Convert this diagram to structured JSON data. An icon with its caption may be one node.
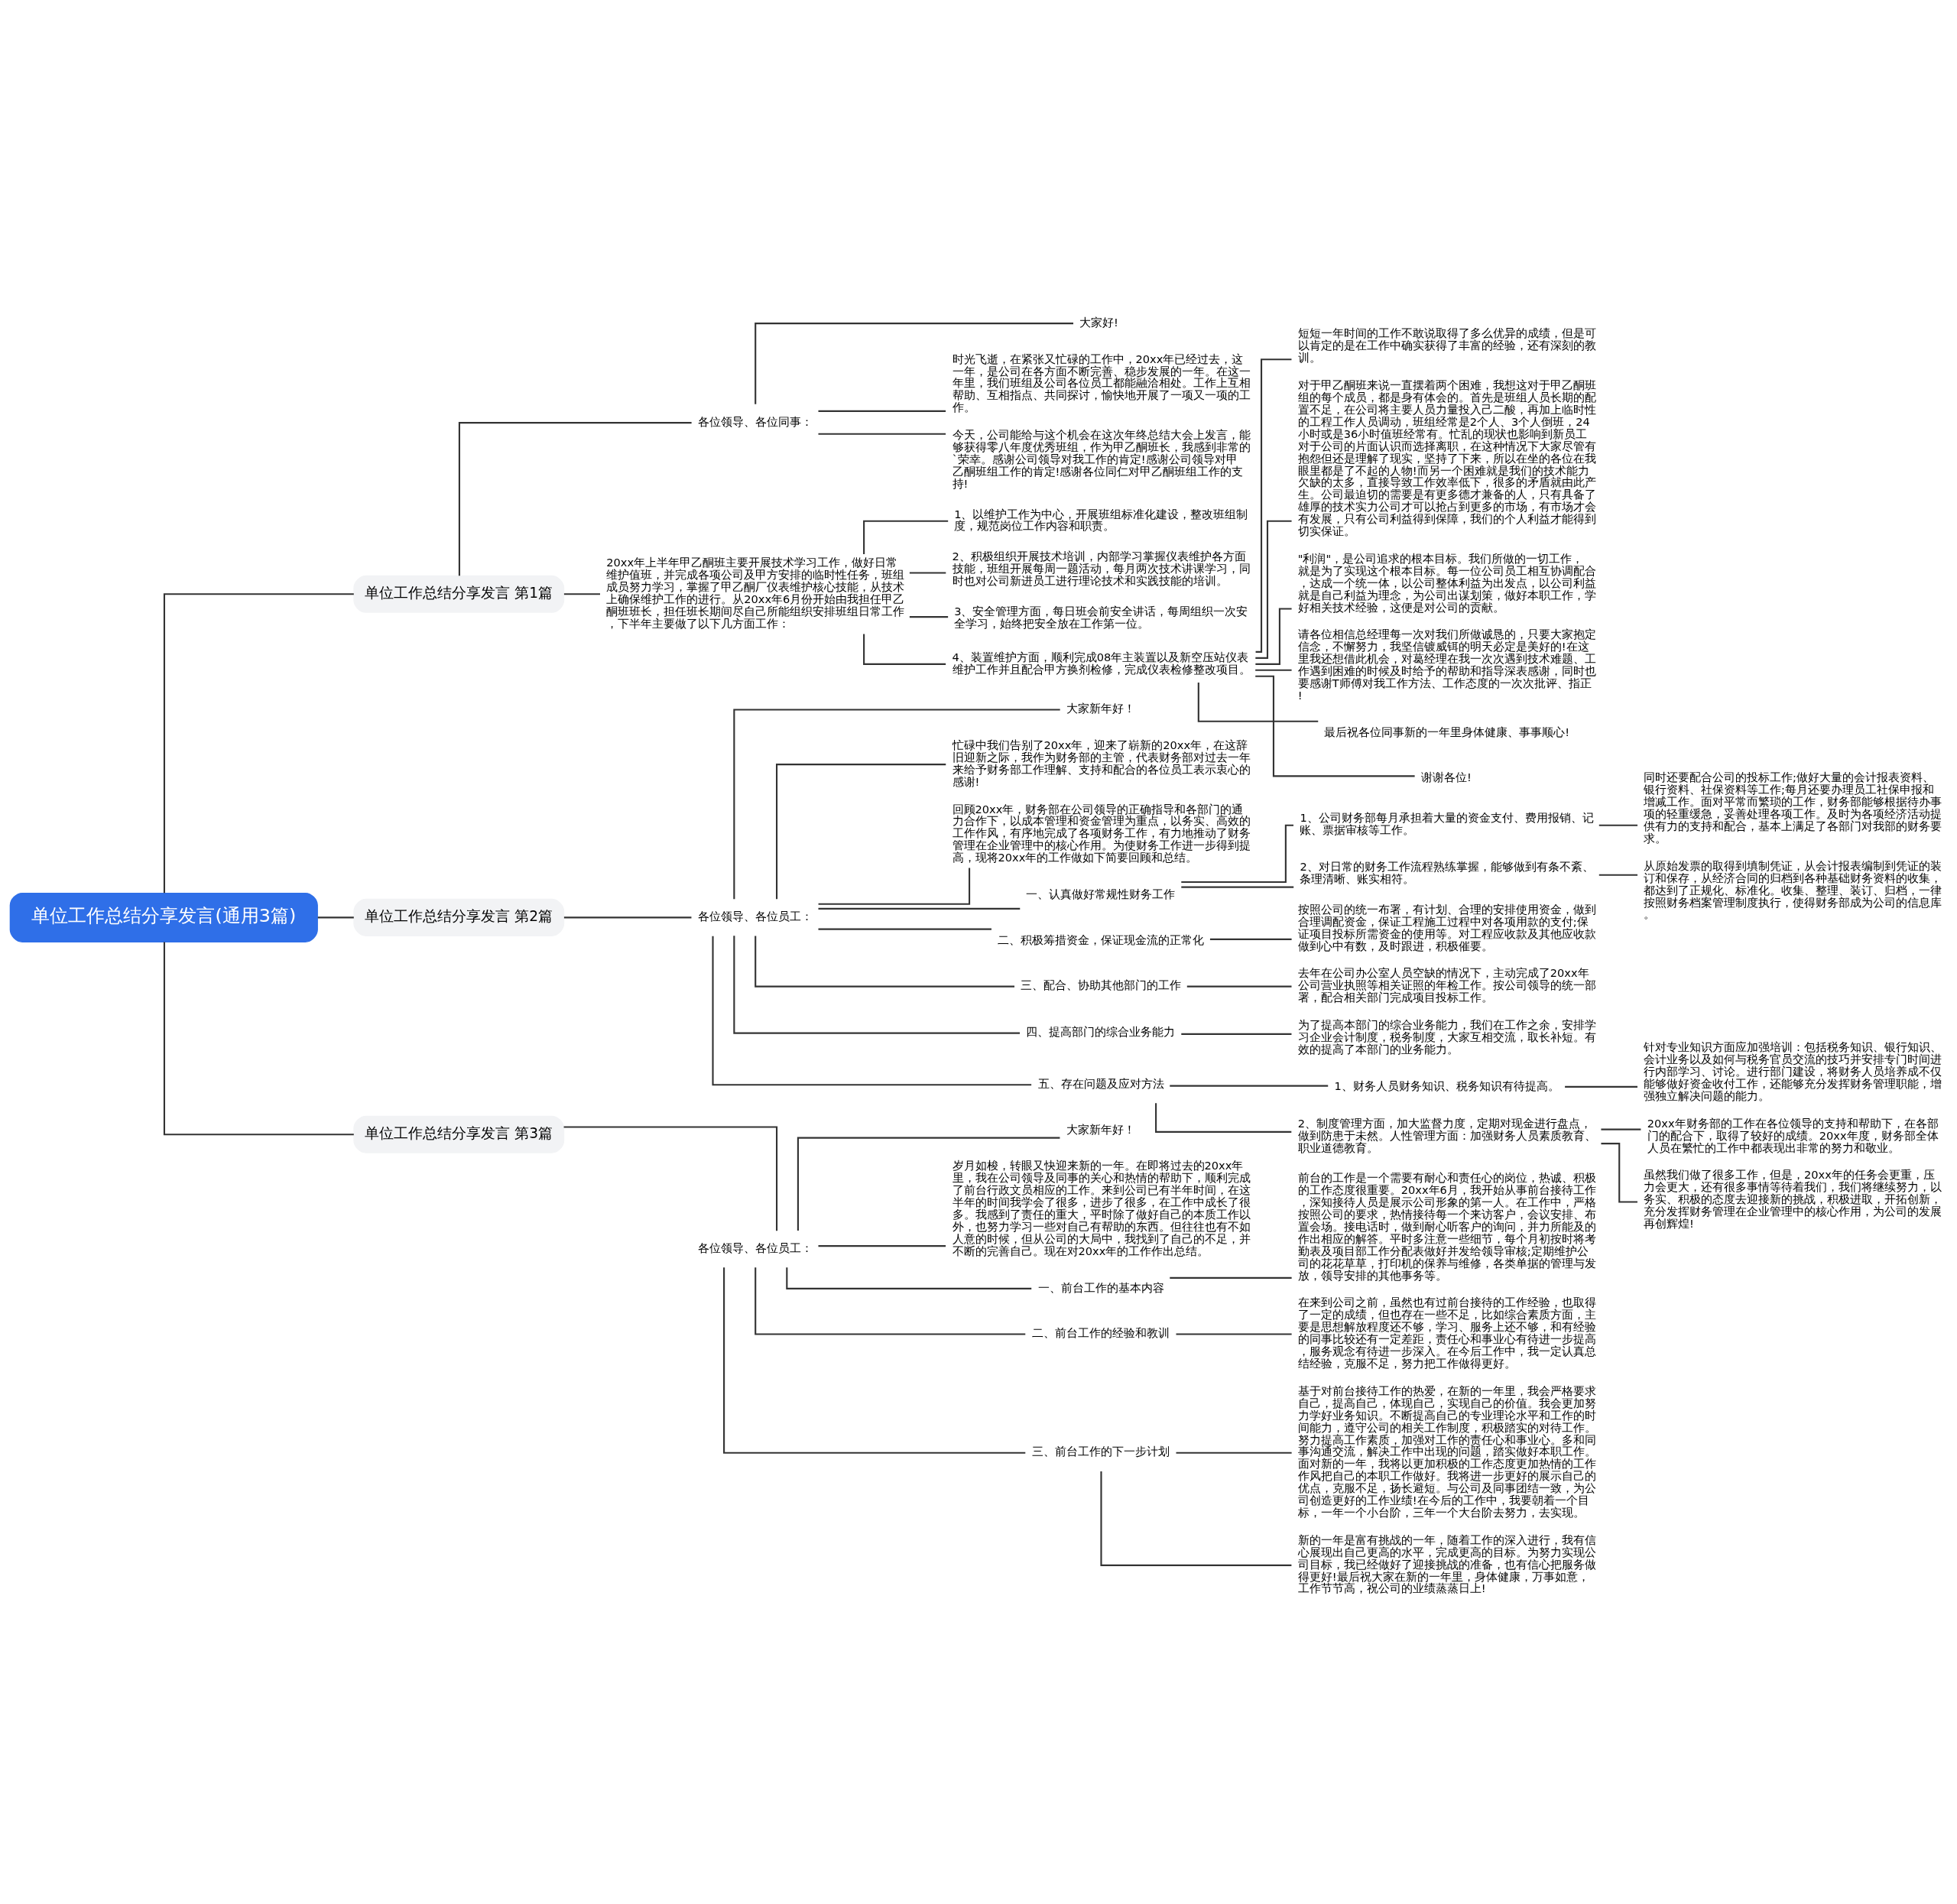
{
  "diagram": {
    "nodes": [
      {
        "text": [
          "单位工作总结分享发言(通用3篇)"
        ]
      },
      {
        "text": [
          "单位工作总结分享发言 第1篇"
        ]
      },
      {
        "text": [
          "各位领导、各位同事："
        ]
      },
      {
        "text": [
          "大家好!"
        ]
      },
      {
        "text": [
          "时光飞逝，在紧张又忙碌的工作中，20xx年已经过去，这一年，是公司在各方面不断完善、稳步发展的一年。在这一年里，我们班组及公司各位员工都能融洽相处。工作上互相帮助、互相指点、共同探讨，愉快地开展了一项又一项的工作。"
        ]
      },
      {
        "text": [
          "今天，公司能给与这个机会在这次年终总结大会上发言，能够获得零八年度优秀班组，作为甲乙酮班长，我感到非常的`荣幸。感谢公司领导对我工作的肯定!感谢公司领导对甲乙酮班组工作的肯定!感谢各位同仁对甲乙酮班组工作的支持!"
        ]
      },
      {
        "text": [
          "20xx年上半年甲乙酮班主要开展技术学习工作，做好日常维护值班，并完成各项公司及甲方安排的临时性任务，班组成员努力学习，掌握了甲乙酮厂仪表维护核心技能，从技术上确保维护工作的进行。从20xx年6月份开始由我担任甲乙酮班班长，担任班长期间尽自己所能组织安排班组日常工作，下半年主要做了以下几方面工作："
        ]
      },
      {
        "text": [
          "1、以维护工作为中心，开展班组标准化建设，整改班组制度，规范岗位工作内容和职责。"
        ]
      },
      {
        "text": [
          "2、积极组织开展技术培训，内部学习掌握仪表维护各方面技能，班组开展每周一题活动，每月两次技术讲课学习，同时也对公司新进员工进行理论技术和实践技能的培训。"
        ]
      },
      {
        "text": [
          "3、安全管理方面，每日班会前安全讲话，每周组织一次安全学习，始终把安全放在工作第一位。"
        ]
      },
      {
        "text": [
          "4、装置维护方面，顺利完成08年主装置以及新空压站仪表维护工作并且配合甲方换剂检修，完成仪表检修整改项目。"
        ]
      },
      {
        "text": [
          "短短一年时间的工作不敢说取得了多么优异的成绩，但是可以肯定的是在工作中确实获得了丰富的经验，还有深刻的教训。"
        ]
      },
      {
        "text": [
          "对于甲乙酮班来说一直摆着两个困难，我想这对于甲乙酮班组的每个成员，都是身有体会的。首先是班组人员长期的配置不足，在公司将主要人员力量投入己二酸，再加上临时性的工程工作人员调动，班组经常是2个人、3个人倒班，24小时或是36小时值班经常有。忙乱的现状也影响到新员工对于公司的片面认识而选择离职，在这种情况下大家尽管有抱怨但还是理解了现实，坚持了下来，所以在坐的各位在我眼里都是了不起的人物!而另一个困难就是我们的技术能力欠缺的太多，直接导致工作效率低下，很多的矛盾就由此产生。公司最迫切的需要是有更多德才兼备的人，只有具备了雄厚的技术实力公司才可以抢占到更多的市场，有市场才会有发展，只有公司利益得到保障，我们的个人利益才能得到切实保证。"
        ]
      },
      {
        "text": [
          "\"利润\"，是公司追求的根本目标。我们所做的一切工作，就是为了实现这个根本目标。每一位公司员工相互协调配合，达成一个统一体，以公司整体利益为出发点，以公司利益就是自己利益为理念，为公司出谋划策，做好本职工作，学好相关技术经验，这便是对公司的贡献。"
        ]
      },
      {
        "text": [
          "请各位相信总经理每一次对我们所做诚恳的，只要大家抱定信念，不懈努力，我坚信镀威铒的明天必定是美好的!在这里我还想借此机会，对葛经理在我一次次遇到技术难题、工作遇到困难的时候及时给予的帮助和指导深表感谢，同时也要感谢T师傅对我工作方法、工作态度的一次次批评、指正!"
        ]
      },
      {
        "text": [
          "最后祝各位同事新的一年里身体健康、事事顺心!"
        ]
      },
      {
        "text": [
          "谢谢各位!"
        ]
      },
      {
        "text": [
          "单位工作总结分享发言 第2篇"
        ]
      },
      {
        "text": [
          "各位领导、各位员工："
        ]
      },
      {
        "text": [
          "大家新年好！"
        ]
      },
      {
        "text": [
          "忙碌中我们告别了20xx年，迎来了崭新的20xx年，在这辞旧迎新之际，我作为财务部的主管，代表财务部对过去一年来给予财务部工作理解、支持和配合的各位员工表示衷心的感谢!"
        ]
      },
      {
        "text": [
          "回顾20xx年，财务部在公司领导的正确指导和各部门的通力合作下，以成本管理和资金管理为重点，以务实、高效的工作作风，有序地完成了各项财务工作，有力地推动了财务管理在企业管理中的核心作用。为使财务工作进一步得到提高，现将20xx年的工作做如下简要回顾和总结。"
        ]
      },
      {
        "text": [
          "一、认真做好常规性财务工作"
        ]
      },
      {
        "text": [
          "1、公司财务部每月承担着大量的资金支付、费用报销、记账、票据审核等工作。"
        ]
      },
      {
        "text": [
          "同时还要配合公司的投标工作;做好大量的会计报表资料、银行资料、社保资料等工作;每月还要办理员工社保申报和增减工作。面对平常而繁琐的工作，财务部能够根据待办事项的轻重缓急，妥善处理各项工作。及时为各项经济活动提供有力的支持和配合，基本上满足了各部门对我部的财务要求。"
        ]
      },
      {
        "text": [
          "2、对日常的财务工作流程熟练掌握，能够做到有条不紊、条理清晰、账实相符。"
        ]
      },
      {
        "text": [
          "从原始发票的取得到填制凭证，从会计报表编制到凭证的装订和保存，从经济合同的归档到各种基础财务资料的收集，都达到了正规化、标准化。收集、整理、装订、归档，一律按照财务档案管理制度执行，使得财务部成为公司的信息库。"
        ]
      },
      {
        "text": [
          "二、积极筹措资金，保证现金流的正常化"
        ]
      },
      {
        "text": [
          "按照公司的统一布署，有计划、合理的安排使用资金，做到合理调配资金，保证工程施工过程中对各项用款的支付;保证项目投标所需资金的使用等。对工程应收款及其他应收款做到心中有数，及时跟进，积极催要。"
        ]
      },
      {
        "text": [
          "三、配合、协助其他部门的工作"
        ]
      },
      {
        "text": [
          "去年在公司办公室人员空缺的情况下，主动完成了20xx年公司营业执照等相关证照的年检工作。按公司领导的统一部署，配合相关部门完成项目投标工作。"
        ]
      },
      {
        "text": [
          "四、提高部门的综合业务能力"
        ]
      },
      {
        "text": [
          "为了提高本部门的综合业务能力，我们在工作之余，安排学习企业会计制度，税务制度，大家互相交流，取长补短。有效的提高了本部门的业务能力。"
        ]
      },
      {
        "text": [
          "五、存在问题及应对方法"
        ]
      },
      {
        "text": [
          "1、财务人员财务知识、税务知识有待提高。"
        ]
      },
      {
        "text": [
          "针对专业知识方面应加强培训：包括税务知识、银行知识、会计业务以及如何与税务官员交流的技巧并安排专门时间进行内部学习、讨论。进行部门建设，将财务人员培养成不仅能够做好资金收付工作，还能够充分发挥财务管理职能，增强独立解决问题的能力。"
        ]
      },
      {
        "text": [
          "2、制度管理方面，加大监督力度，定期对现金进行盘点，做到防患于未然。人性管理方面：加强财务人员素质教育、职业道德教育。"
        ]
      },
      {
        "text": [
          "20xx年财务部的工作在各位领导的支持和帮助下，在各部门的配合下，取得了较好的成绩。20xx年度，财务部全体人员在繁忙的工作中都表现出非常的努力和敬业。"
        ]
      },
      {
        "text": [
          "虽然我们做了很多工作，但是，20xx年的任务会更重，压力会更大，还有很多事情等待着我们，我们将继续努力，以务实、积极的态度去迎接新的挑战，积极进取，开拓创新，充分发挥财务管理在企业管理中的核心作用，为公司的发展再创辉煌!"
        ]
      },
      {
        "text": [
          "单位工作总结分享发言 第3篇"
        ]
      },
      {
        "text": [
          "各位领导、各位员工："
        ]
      },
      {
        "text": [
          "大家新年好！"
        ]
      },
      {
        "text": [
          "岁月如梭，转眼又快迎来新的一年。在即将过去的20xx年里，我在公司领导及同事的关心和热情的帮助下，顺利完成了前台行政文员相应的工作。来到公司已有半年时间，在这半年的时间我学会了很多，进步了很多，在工作中成长了很多。我感到了责任的重大，平时除了做好自己的本质工作以外，也努力学习一些对自己有帮助的东西。但往往也有不如人意的时候，但从公司的大局中，我找到了自己的不足，并不断的完善自己。现在对20xx年的工作作出总结。"
        ]
      },
      {
        "text": [
          "一、前台工作的基本内容"
        ]
      },
      {
        "text": [
          "前台的工作是一个需要有耐心和责任心的岗位，热诚、积极的工作态度很重要。20xx年6月，我开始从事前台接待工作，深知接待人员是展示公司形象的第一人。在工作中，严格按照公司的要求，热情接待每一个来访客户，会议安排、布置会场。接电话时，做到耐心听客户的询问，并力所能及的作出相应的解答。平时多注意一些细节，每个月初按时将考勤表及项目部工作分配表做好并发给领导审核;定期维护公司的花花草草，打印机的保养与维修，各类单据的管理与发放，领导安排的其他事务等。"
        ]
      },
      {
        "text": [
          "二、前台工作的经验和教训"
        ]
      },
      {
        "text": [
          "在来到公司之前，虽然也有过前台接待的工作经验，也取得了一定的成绩，但也存在一些不足，比如综合素质方面，主要是思想解放程度还不够，学习、服务上还不够，和有经验的同事比较还有一定差距，责任心和事业心有待进一步提高，服务观念有待进一步深入。在今后工作中，我一定认真总结经验，克服不足，努力把工作做得更好。"
        ]
      },
      {
        "text": [
          "三、前台工作的下一步计划"
        ]
      },
      {
        "text": [
          "基于对前台接待工作的热爱，在新的一年里，我会严格要求自己，提高自己，体现自己，实现自己的价值。我会更加努力学好业务知识。不断提高自己的专业理论水平和工作的时间能力，遵守公司的相关工作制度，积极踏实的对待工作。努力提高工作素质，加强对工作的责任心和事业心。多和同事沟通交流，解决工作中出现的问题，踏实做好本职工作。面对新的一年，我将以更加积极的工作态度更加热情的工作作风把自己的本职工作做好。我将进一步更好的展示自己的优点，克服不足，扬长避短。与公司及同事团结一致，为公司创造更好的工作业绩!在今后的工作中，我要朝着一个目标，一年一个小台阶，三年一个大台阶去努力，去实现。"
        ]
      },
      {
        "text": [
          "新的一年是富有挑战的一年，随着工作的深入进行，我有信心展现出自己更高的水平，完成更高的目标。为努力实现公司目标，我已经做好了迎接挑战的准备，也有信心把服务做得更好!最后祝大家在新的一年里，身体健康，万事如意，工作节节高，祝公司的业绩蒸蒸日上!"
        ]
      }
    ],
    "edges": [
      {
        "from": 0,
        "to": 1,
        "arrow": "none"
      },
      {
        "from": 1,
        "to": 2,
        "arrow": "none"
      },
      {
        "from": 2,
        "to": 3,
        "arrow": "none"
      },
      {
        "from": 2,
        "to": 4,
        "arrow": "none"
      },
      {
        "from": 2,
        "to": 5,
        "arrow": "none"
      },
      {
        "from": 1,
        "to": 6,
        "arrow": "none"
      },
      {
        "from": 6,
        "to": 7,
        "arrow": "none"
      },
      {
        "from": 6,
        "to": 8,
        "arrow": "none"
      },
      {
        "from": 6,
        "to": 9,
        "arrow": "none"
      },
      {
        "from": 6,
        "to": 10,
        "arrow": "none"
      },
      {
        "from": 10,
        "to": 11,
        "arrow": "none"
      },
      {
        "from": 10,
        "to": 12,
        "arrow": "none"
      },
      {
        "from": 10,
        "to": 13,
        "arrow": "none"
      },
      {
        "from": 10,
        "to": 14,
        "arrow": "none"
      },
      {
        "from": 10,
        "to": 15,
        "arrow": "none"
      },
      {
        "from": 10,
        "to": 16,
        "arrow": "none"
      },
      {
        "from": 0,
        "to": 17,
        "arrow": "none"
      },
      {
        "from": 17,
        "to": 18,
        "arrow": "none"
      },
      {
        "from": 18,
        "to": 19,
        "arrow": "none"
      },
      {
        "from": 18,
        "to": 20,
        "arrow": "none"
      },
      {
        "from": 18,
        "to": 21,
        "arrow": "none"
      },
      {
        "from": 18,
        "to": 22,
        "arrow": "none"
      },
      {
        "from": 22,
        "to": 23,
        "arrow": "none"
      },
      {
        "from": 23,
        "to": 24,
        "arrow": "none"
      },
      {
        "from": 22,
        "to": 25,
        "arrow": "none"
      },
      {
        "from": 25,
        "to": 26,
        "arrow": "none"
      },
      {
        "from": 18,
        "to": 27,
        "arrow": "none"
      },
      {
        "from": 27,
        "to": 28,
        "arrow": "none"
      },
      {
        "from": 18,
        "to": 29,
        "arrow": "none"
      },
      {
        "from": 29,
        "to": 30,
        "arrow": "none"
      },
      {
        "from": 18,
        "to": 31,
        "arrow": "none"
      },
      {
        "from": 31,
        "to": 32,
        "arrow": "none"
      },
      {
        "from": 18,
        "to": 33,
        "arrow": "none"
      },
      {
        "from": 33,
        "to": 34,
        "arrow": "none"
      },
      {
        "from": 34,
        "to": 35,
        "arrow": "none"
      },
      {
        "from": 33,
        "to": 36,
        "arrow": "none"
      },
      {
        "from": 36,
        "to": 37,
        "arrow": "none"
      },
      {
        "from": 36,
        "to": 38,
        "arrow": "none"
      },
      {
        "from": 0,
        "to": 39,
        "arrow": "none"
      },
      {
        "from": 39,
        "to": 40,
        "arrow": "none"
      },
      {
        "from": 40,
        "to": 41,
        "arrow": "none"
      },
      {
        "from": 40,
        "to": 42,
        "arrow": "none"
      },
      {
        "from": 40,
        "to": 43,
        "arrow": "none"
      },
      {
        "from": 43,
        "to": 44,
        "arrow": "none"
      },
      {
        "from": 40,
        "to": 45,
        "arrow": "none"
      },
      {
        "from": 45,
        "to": 46,
        "arrow": "none"
      },
      {
        "from": 40,
        "to": 47,
        "arrow": "none"
      },
      {
        "from": 47,
        "to": 48,
        "arrow": "none"
      },
      {
        "from": 47,
        "to": 49,
        "arrow": "none"
      }
    ]
  }
}
